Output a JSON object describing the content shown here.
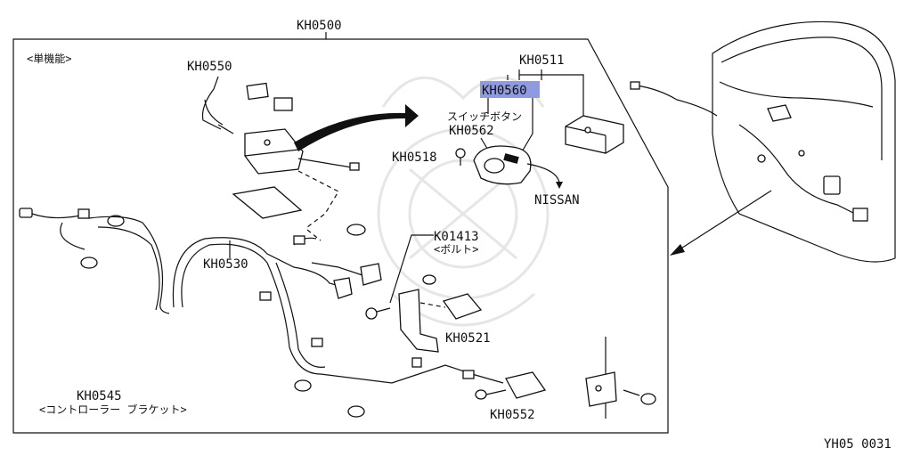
{
  "diagram": {
    "title_part": "KH0500",
    "function_note": "<単機能>",
    "highlight_color": "#8f9be0",
    "parts": {
      "kh0511": "KH0511",
      "kh0560": "KH0560",
      "switch_button": "スイッチボタン",
      "kh0562": "KH0562",
      "kh0518": "KH0518",
      "nissan": "NISSAN",
      "kh0550": "KH0550",
      "k01413": "K01413",
      "bolt": "<ボルト>",
      "kh0530": "KH0530",
      "kh0521": "KH0521",
      "kh0545": "KH0545",
      "controller_bracket": "<コントローラー ブラケット>",
      "kh0552": "KH0552"
    },
    "figure_code": "YH05 0031"
  }
}
